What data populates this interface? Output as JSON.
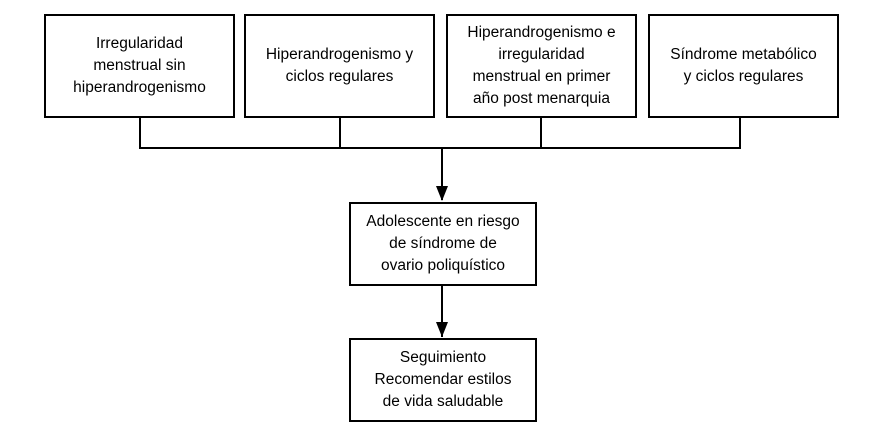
{
  "criteria": [
    {
      "lines": [
        "Irregularidad",
        "menstrual sin",
        "hiperandrogenismo"
      ]
    },
    {
      "lines": [
        "Hiperandrogenismo y",
        "ciclos regulares"
      ]
    },
    {
      "lines": [
        "Hiperandrogenismo e",
        "irregularidad",
        "menstrual en primer",
        "año post menarquia"
      ]
    },
    {
      "lines": [
        "Síndrome metabólico",
        "y ciclos regulares"
      ]
    }
  ],
  "risk_box": {
    "lines": [
      "Adolescente en riesgo",
      "de síndrome de",
      "ovario poliquístico"
    ]
  },
  "outcome_box": {
    "lines": [
      "Seguimiento",
      "Recomendar estilos",
      "de vida saludable"
    ]
  }
}
